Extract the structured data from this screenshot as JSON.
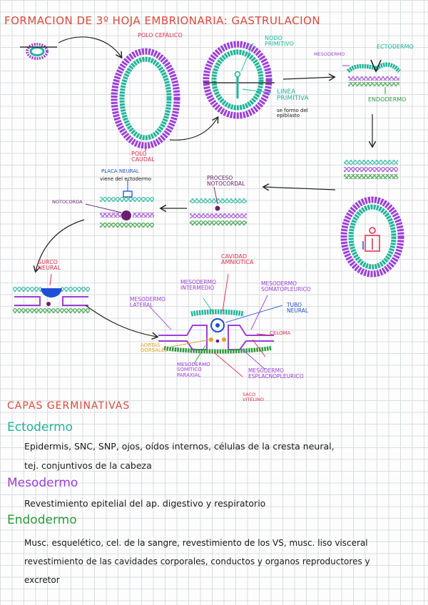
{
  "title": "FORMACION DE 3º HOJA EMBRIONARIA: GASTRULACION",
  "labels": {
    "polo_cefalico": "POLO CEFÁLICO",
    "polo_caudal": "POLO CAUDAL",
    "nodo_primitivo": "NODO PRIMITIVO",
    "linea_primitiva": "LINEA PRIMITIVA",
    "se_formo": "se formo del epiblasto",
    "mesodermo_top": "MESODERMO",
    "ectodermo_top": "ECTODERMO",
    "endodermo_top": "ENDODERMO",
    "placa_neural": "PLACA NEURAL",
    "viene_ectodermo": "viene del ectodermo",
    "notocorda": "NOTOCORDA",
    "proceso_notocordal": "PROCESO NOTOCORDAL",
    "surco_neural": "SURCO NEURAL",
    "cavidad_amniotica": "CAVIDAD AMNIOTICA",
    "mesodermo_intermedio": "MESODERMO INTERMEDIO",
    "mesodermo_somatopleurico": "MESODERMO SOMATOPLEURICO",
    "tubo_neural": "TUBO NEURAL",
    "mesodermo_lateral": "MESODERMO LATERAL",
    "celoma": "CELOMA",
    "aortas_dorsales": "AORTAS DORSALES",
    "mesodermo_somitico": "MESODERMO SOMITICO PARAXIAL",
    "mesodermo_esplacnopleurico": "MESODERMO ESPLACNOPLEURICO",
    "saco_vitelino": "SACO VITELINO"
  },
  "section": {
    "title": "CAPAS GERMINATIVAS",
    "layers": [
      {
        "name": "Ectodermo",
        "color": "#1fb59a",
        "lines": [
          "Epidermis, SNC, SNP, ojos, oídos internos, células de la cresta neural,",
          "tej. conjuntivos de la cabeza"
        ]
      },
      {
        "name": "Mesodermo",
        "color": "#9b3fd6",
        "lines": [
          "Revestimiento epitelial del ap. digestivo y respiratorio"
        ]
      },
      {
        "name": "Endodermo",
        "color": "#2e9a3c",
        "lines": [
          "Musc. esquelético, cel. de la sangre, revestimiento de los VS, musc. liso visceral",
          "revestimiento de las cavidades corporales, conductos y organos reproductores y",
          "excretor"
        ]
      }
    ]
  },
  "colors": {
    "ectodermo": "#1fb59a",
    "mesodermo": "#9b3fd6",
    "endodermo": "#2e9a3c",
    "red": "#e02c4a",
    "blue": "#1f4fd6",
    "orange": "#e6a21f",
    "notocorda": "#6a1f6e"
  }
}
